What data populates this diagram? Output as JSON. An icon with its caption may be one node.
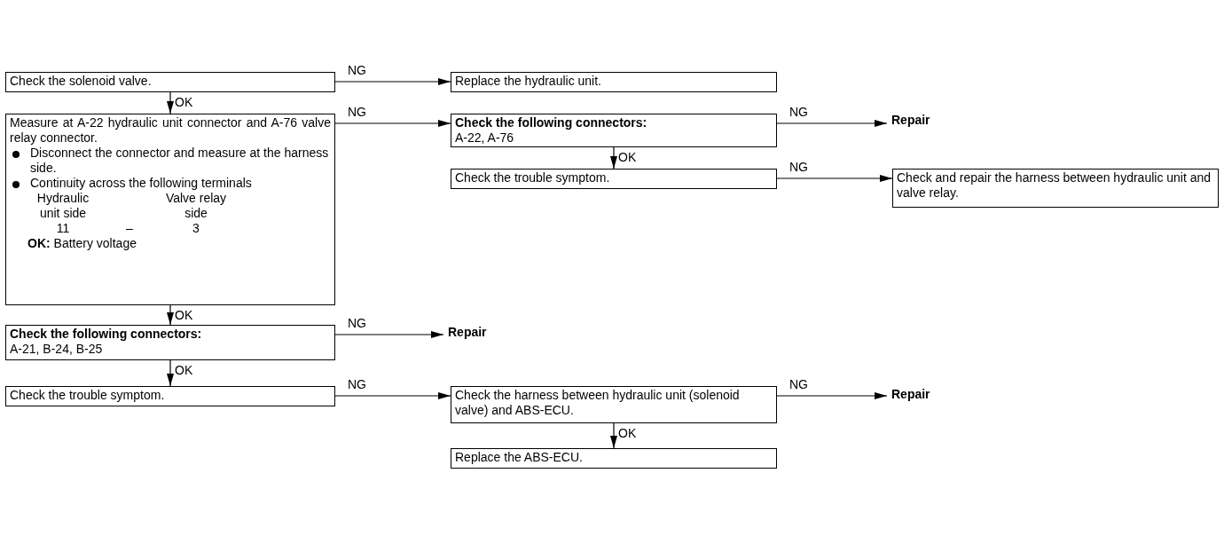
{
  "diagram": {
    "nodes": [
      {
        "text": [
          "Check the solenoid valve."
        ]
      },
      {
        "text": [
          "Replace the hydraulic unit."
        ]
      },
      {
        "text": [
          "Measure at A-22 hydraulic unit connector and A-76 valve relay connector.",
          "Disconnect the connector and measure at the harness side.",
          "Continuity across the following terminals",
          "Hydraulic unit side",
          "Valve relay side",
          "11",
          "–",
          "3",
          "**OK:** Battery voltage"
        ]
      },
      {
        "text": [
          "Check the following connectors:",
          "A-22, A-76"
        ]
      },
      {
        "text": [
          "Repair"
        ]
      },
      {
        "text": [
          "Check the trouble symptom."
        ]
      },
      {
        "text": [
          "Check and repair the harness between hydraulic unit and valve relay."
        ]
      },
      {
        "text": [
          "Check the following connectors:",
          "A-21, B-24, B-25"
        ]
      },
      {
        "text": [
          "Repair"
        ]
      },
      {
        "text": [
          "Check the trouble symptom."
        ]
      },
      {
        "text": [
          "Check the harness between hydraulic unit (solenoid valve) and ABS-ECU."
        ]
      },
      {
        "text": [
          "Repair"
        ]
      },
      {
        "text": [
          "Replace the ABS-ECU."
        ]
      }
    ],
    "edges": [
      {
        "from": 0,
        "to": 1,
        "arrow": "to",
        "label": "NG"
      },
      {
        "from": 0,
        "to": 2,
        "arrow": "to",
        "label": "OK"
      },
      {
        "from": 2,
        "to": 3,
        "arrow": "to",
        "label": "NG"
      },
      {
        "from": 3,
        "to": 4,
        "arrow": "to",
        "label": "NG"
      },
      {
        "from": 3,
        "to": 5,
        "arrow": "to",
        "label": "OK"
      },
      {
        "from": 5,
        "to": 6,
        "arrow": "to",
        "label": "NG"
      },
      {
        "from": 2,
        "to": 7,
        "arrow": "to",
        "label": "OK"
      },
      {
        "from": 7,
        "to": 8,
        "arrow": "to",
        "label": "NG"
      },
      {
        "from": 7,
        "to": 9,
        "arrow": "to",
        "label": "OK"
      },
      {
        "from": 9,
        "to": 10,
        "arrow": "to",
        "label": "NG"
      },
      {
        "from": 10,
        "to": 11,
        "arrow": "to",
        "label": "NG"
      },
      {
        "from": 10,
        "to": 12,
        "arrow": "to",
        "label": "OK"
      }
    ]
  }
}
